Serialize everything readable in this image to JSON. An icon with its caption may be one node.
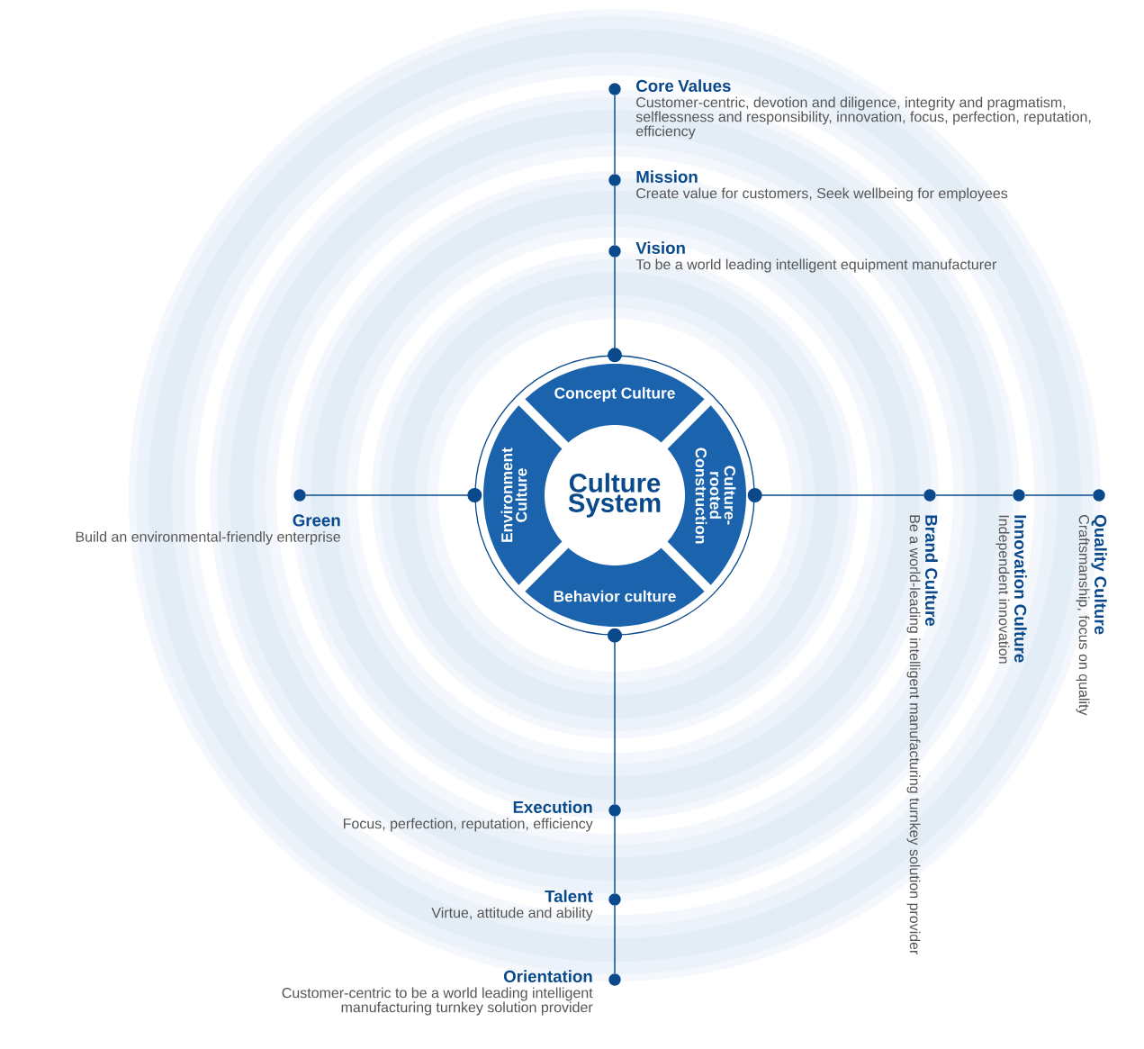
{
  "diagram": {
    "nodes": [
      {
        "text": [],
        "shape": "circle"
      },
      {
        "text": [
          "Concept Culture"
        ],
        "in": 0
      },
      {
        "text": [
          "Environment Culture"
        ],
        "in": 0
      },
      {
        "text": [
          "Culture-rooted Construction"
        ],
        "in": 0
      },
      {
        "text": [
          "Behavior culture"
        ],
        "in": 0
      },
      {
        "text": [
          "Culture System"
        ],
        "in": 0
      },
      {
        "text": [
          "Core Values",
          "Customer-centric, devotion and diligence, integrity and pragmatism, selflessness and responsibility, innovation, focus, perfection, reputation, efficiency"
        ]
      },
      {
        "text": [
          "Mission",
          "Create value for customers, Seek wellbeing for employees"
        ]
      },
      {
        "text": [
          "Vision",
          "To be a world leading intelligent equipment manufacturer"
        ]
      },
      {
        "text": [
          "Green",
          "Build an environmental-friendly enterprise"
        ]
      },
      {
        "text": [
          "Brand Culture",
          "Be a world-leading intelligent manufacturing turnkey solution provider"
        ]
      },
      {
        "text": [
          "Innovation Culture",
          "Independent innovation"
        ]
      },
      {
        "text": [
          "Quality Culture",
          "Craftsmanship, focus on quality"
        ]
      },
      {
        "text": [
          "Execution",
          "Focus, perfection, reputation, efficiency"
        ]
      },
      {
        "text": [
          "Talent",
          "Virtue, attitude and ability"
        ]
      },
      {
        "text": [
          "Orientation",
          "Customer-centric to be a world leading intelligent manufacturing turnkey solution provider"
        ]
      }
    ],
    "edges": [
      {
        "from": 0,
        "to": 8,
        "arrow": "other"
      },
      {
        "from": 8,
        "to": 7,
        "arrow": "none"
      },
      {
        "from": 7,
        "to": 6,
        "arrow": "none"
      },
      {
        "from": 0,
        "to": 9,
        "arrow": "other"
      },
      {
        "from": 0,
        "to": 10,
        "arrow": "other"
      },
      {
        "from": 10,
        "to": 11,
        "arrow": "none"
      },
      {
        "from": 11,
        "to": 12,
        "arrow": "none"
      },
      {
        "from": 0,
        "to": 13,
        "arrow": "other"
      },
      {
        "from": 13,
        "to": 14,
        "arrow": "none"
      },
      {
        "from": 14,
        "to": 15,
        "arrow": "none"
      }
    ]
  }
}
